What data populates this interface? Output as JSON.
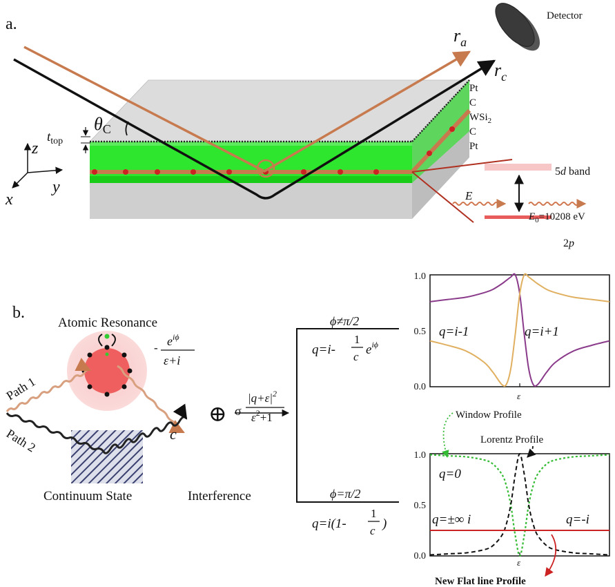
{
  "panel_a": {
    "label": "a.",
    "detector": "Detector",
    "ray_a": "r",
    "ray_a_sub": "a",
    "ray_c": "r",
    "ray_c_sub": "c",
    "theta": "θ",
    "theta_sub": "C",
    "t_top": "t",
    "t_top_sub": "top",
    "axes": {
      "z": "z",
      "y": "y",
      "x": "x"
    },
    "layers": [
      "Pt",
      "C",
      "WSi",
      "C",
      "Pt"
    ],
    "wsi_sub": "2",
    "band_5d_pre": "5",
    "band_5d_d": "d",
    "band_5d_post": " band",
    "photon_E": "E",
    "photon_E0_sym": "E",
    "photon_E0_sub": "0",
    "photon_E0_val": "=10208 eV",
    "level_2p_num": "2",
    "level_2p_p": "p",
    "colors": {
      "green": "#2ee62e",
      "orange": "#c87a4f",
      "red": "#cc3322",
      "pink": "#f7c6c6"
    }
  },
  "panel_b": {
    "label": "b.",
    "atomic_resonance": "Atomic Resonance",
    "path1": "Path 1",
    "path2": "Path 2",
    "amp_numer_pre": "-",
    "amp_numer": "e",
    "amp_numer_sup": "iϕ",
    "amp_denom": "ε+i",
    "c_label": "c",
    "continuum": "Continuum State",
    "interference": "Interference",
    "oplus": "⊕",
    "sigma": "σ",
    "sigma_numer": "|q+ε|",
    "sigma_numer_sup": "2",
    "sigma_denom": "ε",
    "sigma_denom_sup": "2",
    "sigma_denom_post": "+1",
    "upper_phi": "ϕ≠π/2",
    "upper_q_pre": "q=i-",
    "upper_q_frac_num": "1",
    "upper_q_frac_den": "c",
    "upper_q_exp": "e",
    "upper_q_exp_sup": "iϕ",
    "lower_phi": "ϕ=π/2",
    "lower_q_pre": "q=i(1-",
    "lower_q_frac_num": "1",
    "lower_q_frac_den": "c",
    "lower_q_post": ")",
    "window_profile": "Window Profile",
    "lorentz_profile": "Lorentz Profile",
    "new_flat": "New Flat line Profile",
    "colors": {
      "purple": "#8a3a8a",
      "gold": "#e0b060",
      "green_dot": "#33cc33",
      "red_line": "#cc2222"
    }
  },
  "chart_data": [
    {
      "type": "line",
      "ylim": [
        0,
        1
      ],
      "yticks": [
        "0.0",
        "0.5",
        "1.0"
      ],
      "xlabel": "ε",
      "x": [
        -10,
        -8,
        -6,
        -4,
        -3,
        -2,
        -1.5,
        -1,
        -0.5,
        0,
        0.5,
        1,
        1.5,
        2,
        3,
        4,
        6,
        8,
        10
      ],
      "series": [
        {
          "name": "q=i-1",
          "values": [
            0.76,
            0.78,
            0.8,
            0.84,
            0.87,
            0.92,
            0.95,
            0.98,
            1.0,
            0.83,
            0.47,
            0.16,
            0.02,
            0.02,
            0.13,
            0.22,
            0.32,
            0.37,
            0.41
          ]
        },
        {
          "name": "q=i+1",
          "values": [
            0.41,
            0.37,
            0.32,
            0.22,
            0.13,
            0.02,
            0.02,
            0.16,
            0.47,
            0.83,
            1.0,
            0.98,
            0.95,
            0.92,
            0.87,
            0.84,
            0.8,
            0.78,
            0.76
          ]
        }
      ]
    },
    {
      "type": "line",
      "ylim": [
        0,
        1
      ],
      "yticks": [
        "0.0",
        "0.5",
        "1.0"
      ],
      "xlabel": "ε",
      "x": [
        -10,
        -8,
        -6,
        -4,
        -3,
        -2,
        -1.5,
        -1,
        -0.5,
        0,
        0.5,
        1,
        1.5,
        2,
        3,
        4,
        6,
        8,
        10
      ],
      "series": [
        {
          "name": "q=0",
          "values": [
            0.99,
            0.98,
            0.97,
            0.94,
            0.9,
            0.8,
            0.69,
            0.5,
            0.2,
            0.0,
            0.2,
            0.5,
            0.69,
            0.8,
            0.9,
            0.94,
            0.97,
            0.98,
            0.99
          ]
        },
        {
          "name": "q=±∞ i",
          "values": [
            0.01,
            0.02,
            0.03,
            0.06,
            0.1,
            0.2,
            0.31,
            0.5,
            0.8,
            1.0,
            0.8,
            0.5,
            0.31,
            0.2,
            0.1,
            0.06,
            0.03,
            0.02,
            0.01
          ]
        },
        {
          "name": "q=-i",
          "values": [
            0.25,
            0.25,
            0.25,
            0.25,
            0.25,
            0.25,
            0.25,
            0.25,
            0.25,
            0.25,
            0.25,
            0.25,
            0.25,
            0.25,
            0.25,
            0.25,
            0.25,
            0.25,
            0.25
          ]
        }
      ]
    }
  ]
}
